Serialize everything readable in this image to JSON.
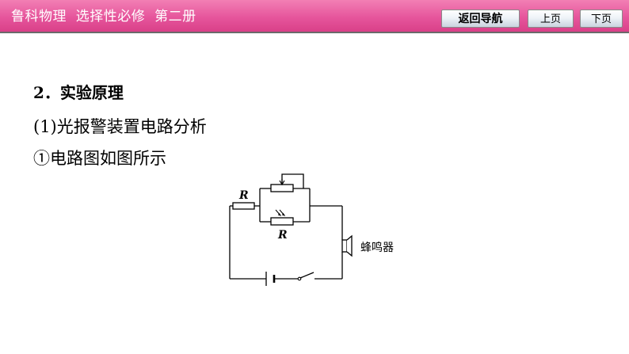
{
  "header": {
    "course_title": "鲁科物理  选择性必修  第二册",
    "buttons": {
      "back": "返回导航",
      "prev": "上页",
      "next": "下页"
    }
  },
  "main": {
    "section_heading": "2．实验原理",
    "subheading": "(1)光报警装置电路分析",
    "item": "①电路图如图所示"
  },
  "circuit": {
    "resistor_top_label": "R",
    "photoresistor_label": "R",
    "buzzer_label": "蜂鸣器"
  }
}
